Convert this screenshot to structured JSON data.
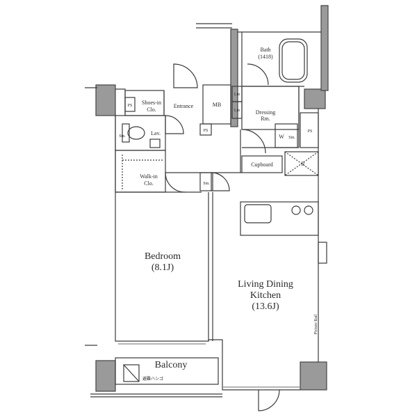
{
  "rooms": {
    "bath": "Bath",
    "bath_size": "(1418)",
    "mb": "MB",
    "lin1": "Lin",
    "lin2": "Lin",
    "dressing": "Dressing",
    "dressing_rm": "Rm.",
    "w": "W",
    "stn1": "Stn.",
    "ps_right": "PS",
    "ps_left": "PS",
    "ps_small": "PS",
    "shoes_in": "Shoes-in",
    "shoes_clo": "Clo.",
    "entrance": "Entrance",
    "lav": "Lav.",
    "sin": "Stn.",
    "walk_in": "Walk-in",
    "walk_clo": "Clo.",
    "stn2": "Stn.",
    "cupboard": "Cupboard",
    "r": "R",
    "bedroom": "Bedroom",
    "bedroom_size": "(8.1J)",
    "ldk_1": "Living Dining",
    "ldk_2": "Kitchen",
    "ldk_size": "(13.6J)",
    "balcony": "Balcony",
    "hatch": "避難ハシゴ",
    "picture_rail": "Picture Rail"
  }
}
